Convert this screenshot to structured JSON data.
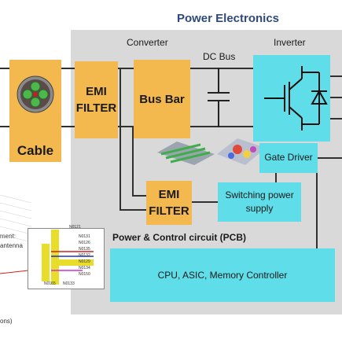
{
  "title": "Power Electronics",
  "labels": {
    "converter": "Converter",
    "dc_bus": "DC Bus",
    "inverter": "Inverter",
    "pcb_section": "Power & Control circuit (PCB)"
  },
  "blocks": {
    "cable": "Cable",
    "emi_filter_top": "EMI FILTER",
    "bus_bar": "Bus Bar",
    "gate_driver": "Gate Driver",
    "emi_filter_bottom": "EMI FILTER",
    "switching_supply": "Switching power supply",
    "cpu": "CPU, ASIC, Memory Controller"
  },
  "left_fragment": {
    "line1": "ment:",
    "line2": "antenna",
    "line3": "ons)",
    "pcb_tags": [
      "N0121",
      "N0131",
      "N0126",
      "N0135",
      "N0132",
      "N0129",
      "N0134",
      "N0150",
      "N0165",
      "N0133"
    ]
  },
  "colors": {
    "panel": "#d9d9d9",
    "orange_block": "#f3b94f",
    "cyan_block": "#5fdde8",
    "title": "#2f4a7a"
  }
}
